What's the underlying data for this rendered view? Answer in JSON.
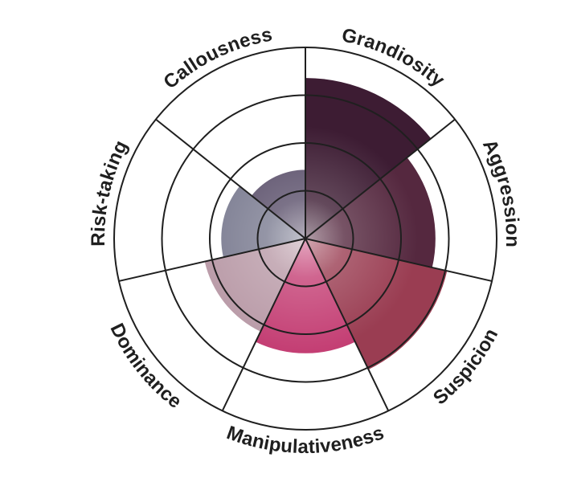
{
  "chart_data": {
    "type": "radial-bar",
    "categories": [
      "Grandiosity",
      "Aggression",
      "Suspicion",
      "Manipulativeness",
      "Dominance",
      "Risk-taking",
      "Callousness"
    ],
    "values": [
      4.2,
      3.4,
      3.8,
      3.0,
      2.7,
      2.2,
      1.8
    ],
    "scale_max": 5,
    "rings": 4,
    "colors": [
      "#3d1c33",
      "#55283f",
      "#9a3d52",
      "#c43f74",
      "#b99aa7",
      "#7a7b90",
      "#5a4f6a"
    ]
  }
}
